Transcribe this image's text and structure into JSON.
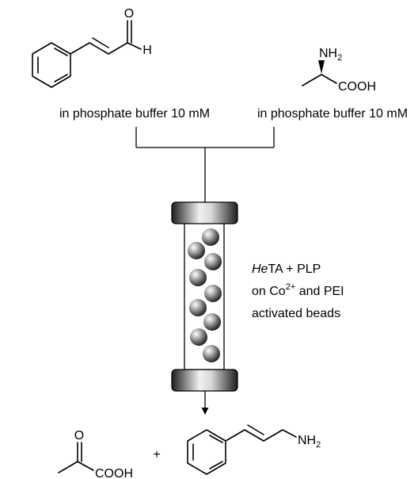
{
  "reactant_left": {
    "name": "cinnamaldehyde",
    "atom_O": "O",
    "atom_H": "H",
    "condition": "in phosphate buffer 10 mM"
  },
  "reactant_right": {
    "name": "L-alanine",
    "atom_N": "NH",
    "atom_N_sub": "2",
    "group_acid": "COOH",
    "condition": "in phosphate buffer 10 mM"
  },
  "reactor": {
    "line1_italic": "He",
    "line1_rest": "TA + PLP",
    "line2_pre": "on Co",
    "line2_sup": "2+",
    "line2_post": " and PEI",
    "line3": "activated beads"
  },
  "product_left": {
    "name": "pyruvic acid",
    "atom_O": "O",
    "group_acid": "COOH"
  },
  "plus_sign": "+",
  "product_right": {
    "name": "cinnamylamine",
    "atom_N": "NH",
    "atom_N_sub": "2"
  },
  "colors": {
    "line": "#000000",
    "cap_dark": "#1e1e1e",
    "cap_light": "#f0f0f0",
    "bead_dark": "#101010",
    "bead_light": "#ffffff",
    "background": "#ffffff"
  }
}
